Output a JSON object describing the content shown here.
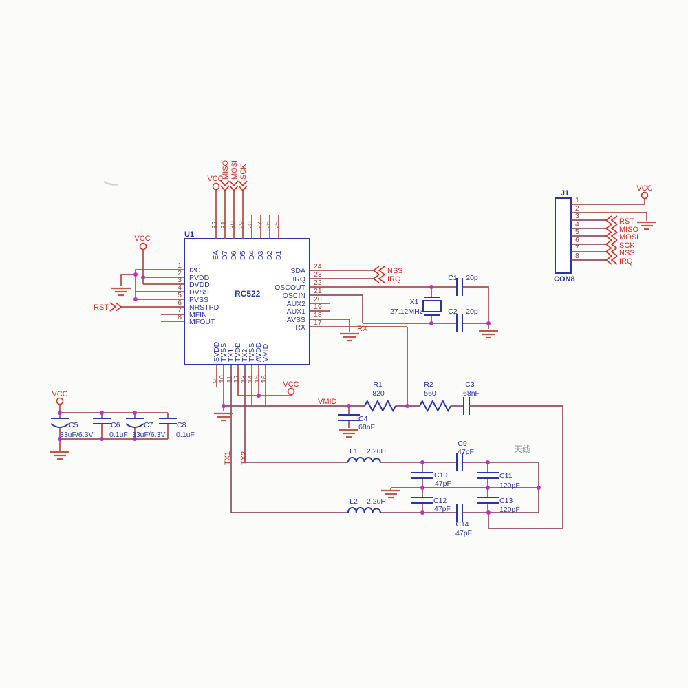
{
  "ic": {
    "refdes": "U1",
    "part": "RC522",
    "left_pins": [
      {
        "num": "1",
        "name": "I2C"
      },
      {
        "num": "2",
        "name": "PVDD"
      },
      {
        "num": "3",
        "name": "DVDD"
      },
      {
        "num": "4",
        "name": "DVSS"
      },
      {
        "num": "5",
        "name": "PVSS"
      },
      {
        "num": "6",
        "name": "NRSTPD"
      },
      {
        "num": "7",
        "name": "MFIN"
      },
      {
        "num": "8",
        "name": "MFOUT"
      }
    ],
    "right_pins": [
      {
        "num": "24",
        "name": "SDA"
      },
      {
        "num": "23",
        "name": "IRQ"
      },
      {
        "num": "22",
        "name": "OSCOUT"
      },
      {
        "num": "21",
        "name": "OSCIN"
      },
      {
        "num": "20",
        "name": "AUX2"
      },
      {
        "num": "19",
        "name": "AUX1"
      },
      {
        "num": "18",
        "name": "AVSS"
      },
      {
        "num": "17",
        "name": "RX"
      }
    ],
    "top_pins": [
      {
        "num": "32",
        "name": "EA"
      },
      {
        "num": "31",
        "name": "D7"
      },
      {
        "num": "30",
        "name": "D6"
      },
      {
        "num": "29",
        "name": "D5"
      },
      {
        "num": "28",
        "name": "D4"
      },
      {
        "num": "27",
        "name": "D3"
      },
      {
        "num": "26",
        "name": "D2"
      },
      {
        "num": "25",
        "name": "D1"
      }
    ],
    "bottom_pins": [
      {
        "num": "9",
        "name": "SVDD"
      },
      {
        "num": "10",
        "name": "TVSS"
      },
      {
        "num": "11",
        "name": "TX1"
      },
      {
        "num": "12",
        "name": "TVDD"
      },
      {
        "num": "13",
        "name": "TX2"
      },
      {
        "num": "14",
        "name": "TVSS"
      },
      {
        "num": "15",
        "name": "AVDD"
      },
      {
        "num": "16",
        "name": "VMID"
      }
    ]
  },
  "nets": {
    "vcc": "VCC",
    "rst": "RST",
    "miso": "MISO",
    "mosi": "MOSI",
    "sck": "SCK",
    "nss": "NSS",
    "irq": "IRQ",
    "rx": "RX",
    "vmid": "VMID",
    "tx1": "TX1",
    "tx2": "TX2"
  },
  "labels": {
    "antenna": "天线"
  },
  "components": {
    "x1": {
      "ref": "X1",
      "value": "27.12MHz"
    },
    "c1": {
      "ref": "C1",
      "value": "20p"
    },
    "c2": {
      "ref": "C2",
      "value": "20p"
    },
    "c3": {
      "ref": "C3",
      "value": "68nF"
    },
    "c4": {
      "ref": "C4",
      "value": "68nF"
    },
    "c5": {
      "ref": "C5",
      "value": "33uF/6.3V"
    },
    "c6": {
      "ref": "C6",
      "value": "0.1uF"
    },
    "c7": {
      "ref": "C7",
      "value": "33uF/6.3V"
    },
    "c8": {
      "ref": "C8",
      "value": "0.1uF"
    },
    "c9": {
      "ref": "C9",
      "value": "47pF"
    },
    "c10": {
      "ref": "C10",
      "value": "47pF"
    },
    "c11": {
      "ref": "C11",
      "value": "120pF"
    },
    "c12": {
      "ref": "C12",
      "value": "47pF"
    },
    "c13": {
      "ref": "C13",
      "value": "120pF"
    },
    "c14": {
      "ref": "C14",
      "value": "47pF"
    },
    "r1": {
      "ref": "R1",
      "value": "820"
    },
    "r2": {
      "ref": "R2",
      "value": "560"
    },
    "l1": {
      "ref": "L1",
      "value": "2.2uH"
    },
    "l2": {
      "ref": "L2",
      "value": "2.2uH"
    }
  },
  "connector": {
    "refdes": "J1",
    "part": "CON8",
    "pins": [
      "1",
      "2",
      "3",
      "4",
      "5",
      "6",
      "7",
      "8"
    ],
    "signal_labels": [
      "RST",
      "MISO",
      "MOSI",
      "SCK",
      "NSS",
      "IRQ"
    ]
  },
  "colors": {
    "wire": "#a85048",
    "wire_alt": "#8f4e60",
    "symbol_blue": "#2a35a0",
    "junction": "#c32bc3",
    "label_red": "#cf2b22",
    "ground": "#c05848"
  }
}
